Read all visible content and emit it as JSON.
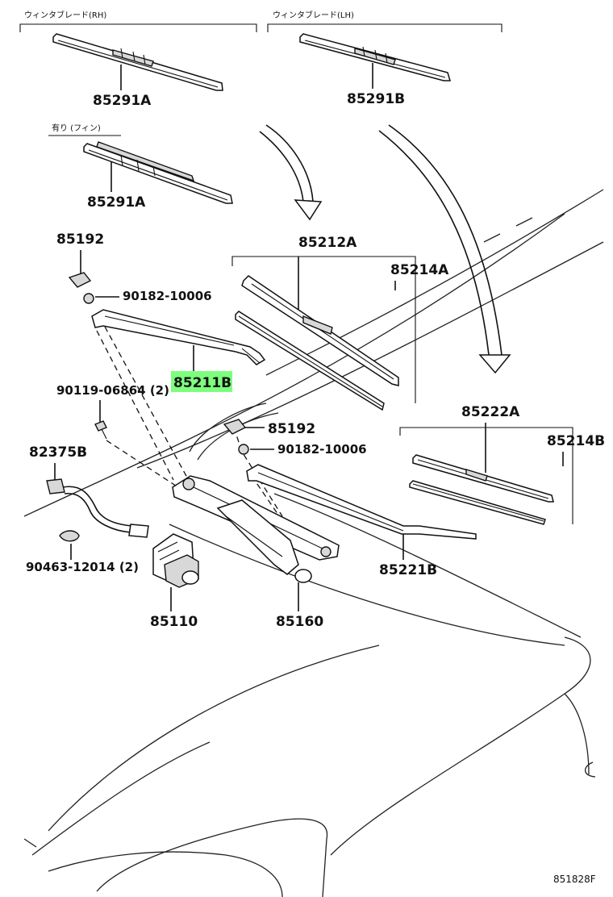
{
  "captions": {
    "blade_rh": "ウィンタブレード(RH)",
    "blade_lh": "ウィンタブレード(LH)",
    "with_fin": "有り (フィン)"
  },
  "parts": {
    "p85291A_top": "85291A",
    "p85291B": "85291B",
    "p85291A_fin": "85291A",
    "p85192_left": "85192",
    "p90182_left": "90182-10006",
    "p85211B": "85211B",
    "p90119": "90119-06864 (2)",
    "p82375B": "82375B",
    "p90463": "90463-12014 (2)",
    "p85110": "85110",
    "p85160": "85160",
    "p85212A": "85212A",
    "p85214A": "85214A",
    "p85192_right": "85192",
    "p90182_right": "90182-10006",
    "p85222A": "85222A",
    "p85214B": "85214B",
    "p85221B": "85221B"
  },
  "highlight": {
    "part": "85211B",
    "color": "#7dff7d"
  },
  "footer": {
    "figure_code": "851828F"
  }
}
